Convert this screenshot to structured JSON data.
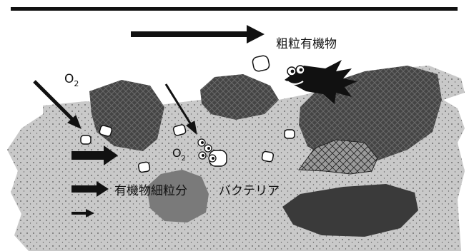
{
  "labels": {
    "coarse_organic_matter": "粗粒有機物",
    "fine_organic_particles": "有機物細粒分",
    "bacteria": "バクテリア",
    "oxygen_upper": "O",
    "oxygen_upper_sub": "2",
    "oxygen_lower": "O",
    "oxygen_lower_sub": "2"
  },
  "icons": [
    "flow-arrow-icon",
    "fish-icon",
    "bacteria-icon",
    "oxygen-arrow-icon"
  ],
  "colors": {
    "background": "#ffffff",
    "sediment": "#c9c9c9",
    "dark_particle": "#3a3a3a",
    "mid_particle": "#7a7a7a",
    "ink": "#111111"
  }
}
